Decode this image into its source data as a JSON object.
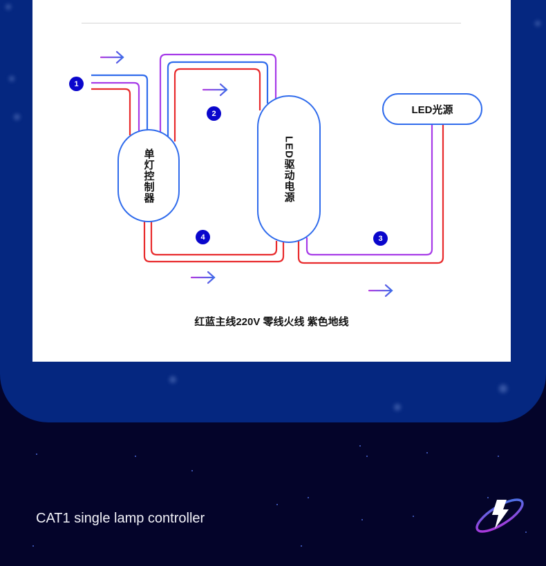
{
  "diagram": {
    "nodes": {
      "controller": "单灯控制器",
      "driver": "LED驱动电源",
      "light_source": "LED光源"
    },
    "badges": [
      "1",
      "2",
      "3",
      "4"
    ],
    "caption": "红蓝主线220V 零线火线  紫色地线",
    "legend": {
      "red": "火线",
      "blue": "零线",
      "purple": "地线",
      "voltage": "220V"
    },
    "colors": {
      "red_wire": "#e8292b",
      "blue_wire": "#2f6bec",
      "purple_wire": "#a63ae8",
      "badge": "#0a06cc",
      "node_border": "#2f6bec"
    }
  },
  "footer": {
    "title": "CAT1 single lamp controller",
    "logo_icon": "lightning-orbit-logo"
  },
  "theme": {
    "panel_bg": "#052780",
    "page_bg": "#04042a",
    "card_bg": "#ffffff"
  }
}
